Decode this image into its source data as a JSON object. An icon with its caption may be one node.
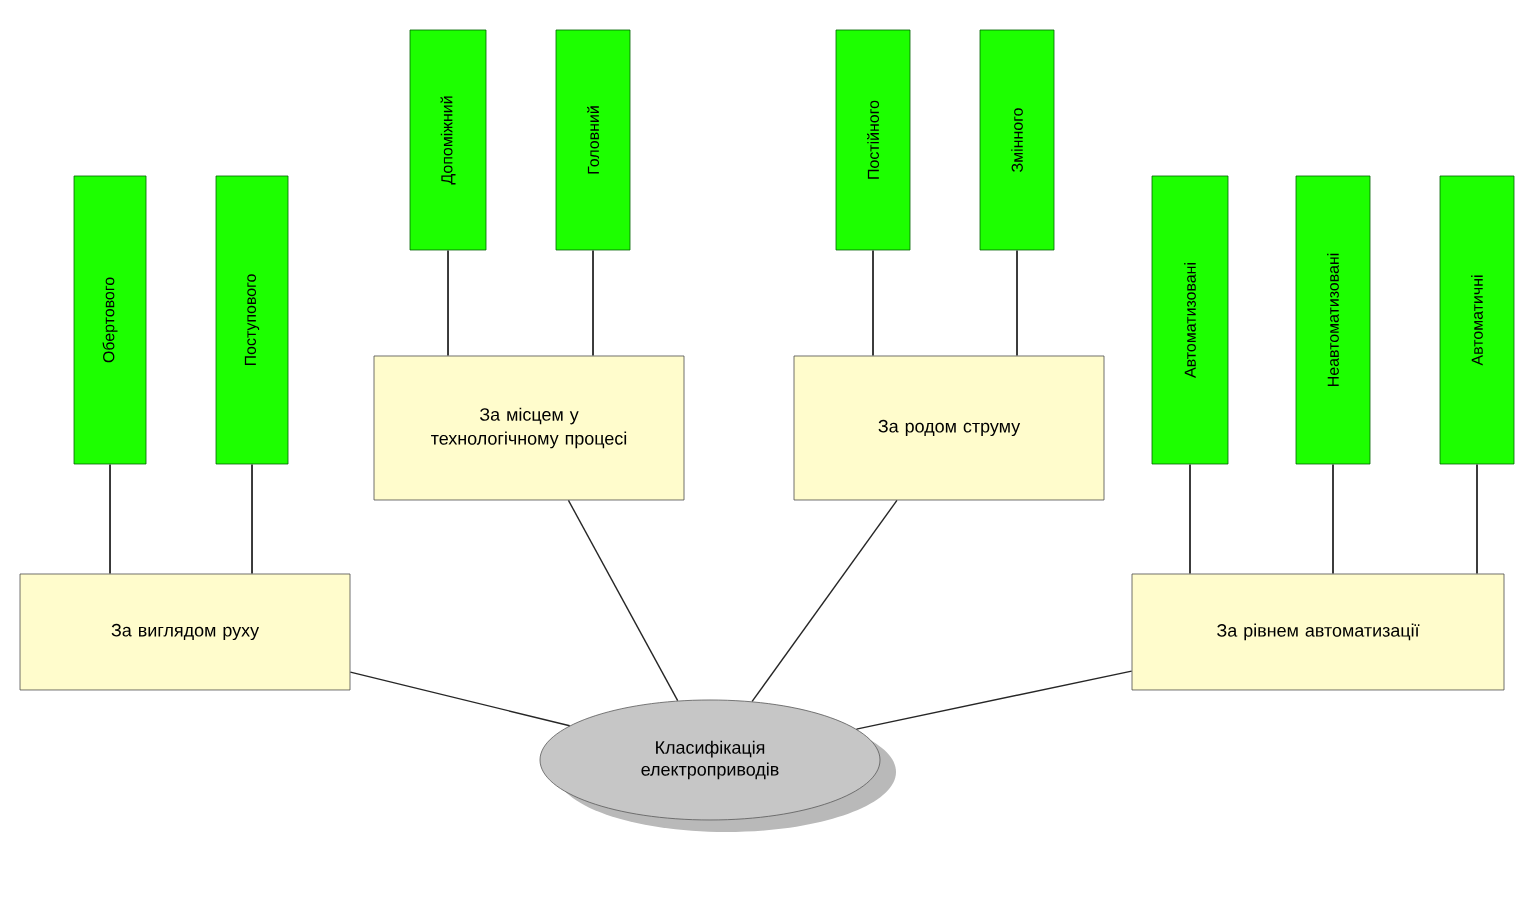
{
  "diagram": {
    "nodes": [
      {
        "text": [
          "Класифікація електроприводів"
        ]
      },
      {
        "text": [
          "За виглядом руху"
        ]
      },
      {
        "text": [
          "За місцем у технологічному процесі"
        ]
      },
      {
        "text": [
          "За родом струму"
        ]
      },
      {
        "text": [
          "За рівнем автоматизації"
        ]
      },
      {
        "text": [
          "Обертового"
        ]
      },
      {
        "text": [
          "Поступового"
        ]
      },
      {
        "text": [
          "Допоміжний"
        ]
      },
      {
        "text": [
          "Головний"
        ]
      },
      {
        "text": [
          "Постійного"
        ]
      },
      {
        "text": [
          "Змінного"
        ]
      },
      {
        "text": [
          "Автоматизовані"
        ]
      },
      {
        "text": [
          "Неавтоматизовані"
        ]
      },
      {
        "text": [
          "Автоматичні"
        ]
      }
    ],
    "edges": [
      {
        "from": 0,
        "to": 1,
        "arrow": "none"
      },
      {
        "from": 0,
        "to": 2,
        "arrow": "none"
      },
      {
        "from": 0,
        "to": 3,
        "arrow": "none"
      },
      {
        "from": 0,
        "to": 4,
        "arrow": "none"
      },
      {
        "from": 1,
        "to": 5,
        "arrow": "none"
      },
      {
        "from": 1,
        "to": 6,
        "arrow": "none"
      },
      {
        "from": 2,
        "to": 7,
        "arrow": "none"
      },
      {
        "from": 2,
        "to": 8,
        "arrow": "none"
      },
      {
        "from": 3,
        "to": 9,
        "arrow": "none"
      },
      {
        "from": 3,
        "to": 10,
        "arrow": "none"
      },
      {
        "from": 4,
        "to": 11,
        "arrow": "none"
      },
      {
        "from": 4,
        "to": 12,
        "arrow": "none"
      },
      {
        "from": 4,
        "to": 13,
        "arrow": "none"
      }
    ]
  }
}
